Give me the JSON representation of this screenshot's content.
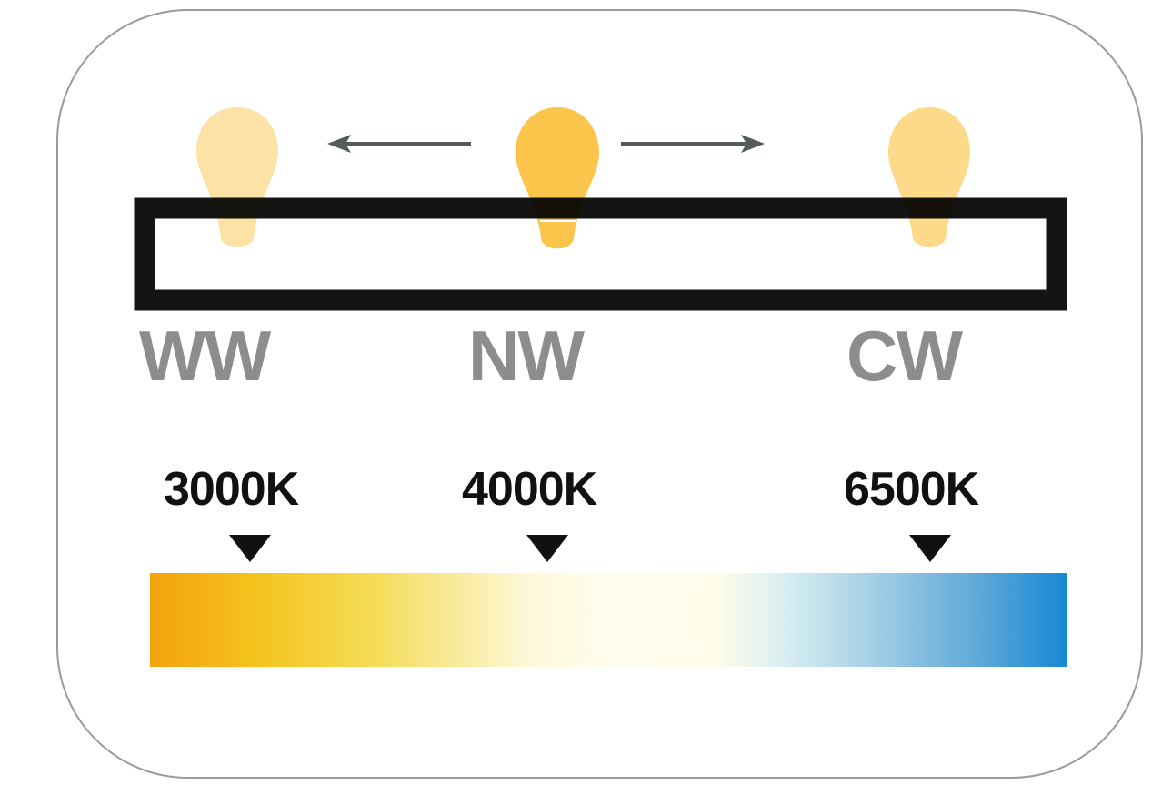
{
  "modes": [
    {
      "id": "ww",
      "label": "WW"
    },
    {
      "id": "nw",
      "label": "NW"
    },
    {
      "id": "cw",
      "label": "CW"
    }
  ],
  "kelvin_markers": [
    {
      "label": "3000K"
    },
    {
      "label": "4000K"
    },
    {
      "label": "6500K"
    }
  ],
  "colors": {
    "bulb_active": "#fbc54b",
    "bulb_faded": "#fde2a6",
    "arrow": "#555a5a",
    "mode_label": "#8d8d8d",
    "gradient_warm": "#f4a20e",
    "gradient_neutral": "#fffdee",
    "gradient_cool": "#1588d4"
  },
  "icons": [
    "bulb-icon",
    "left-arrow-icon",
    "right-arrow-icon",
    "triangle-pointer-icon"
  ]
}
